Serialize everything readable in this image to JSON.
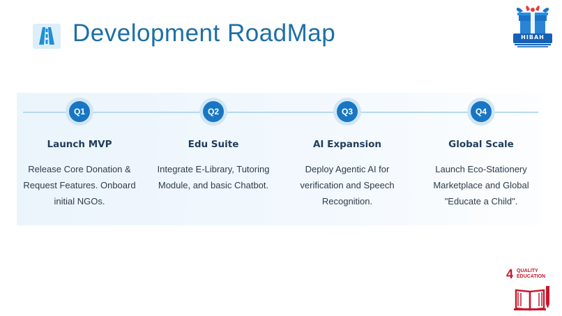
{
  "header": {
    "title": "Development RoadMap",
    "icon": "road-icon"
  },
  "brand": {
    "name": "HIBAH",
    "logo_icon": "gift-box-logo-icon"
  },
  "roadmap": {
    "milestones": [
      {
        "quarter": "Q1",
        "title": "Launch MVP",
        "description": "Release Core Donation & Request Features. Onboard initial NGOs."
      },
      {
        "quarter": "Q2",
        "title": "Edu Suite",
        "description": "Integrate E-Library, Tutoring Module, and basic Chatbot."
      },
      {
        "quarter": "Q3",
        "title": "AI Expansion",
        "description": "Deploy Agentic AI for verification and Speech Recognition."
      },
      {
        "quarter": "Q4",
        "title": "Global Scale",
        "description": "Launch Eco-Stationery Marketplace and Global \"Educate a Child\"."
      }
    ]
  },
  "sdg": {
    "number": "4",
    "label_line1": "QUALITY",
    "label_line2": "EDUCATION",
    "icon": "book-pencil-icon"
  },
  "colors": {
    "accent": "#1976c2",
    "title": "#1d6fa6",
    "milestone_title": "#1f3d5c",
    "sdg_red": "#c5192d"
  }
}
